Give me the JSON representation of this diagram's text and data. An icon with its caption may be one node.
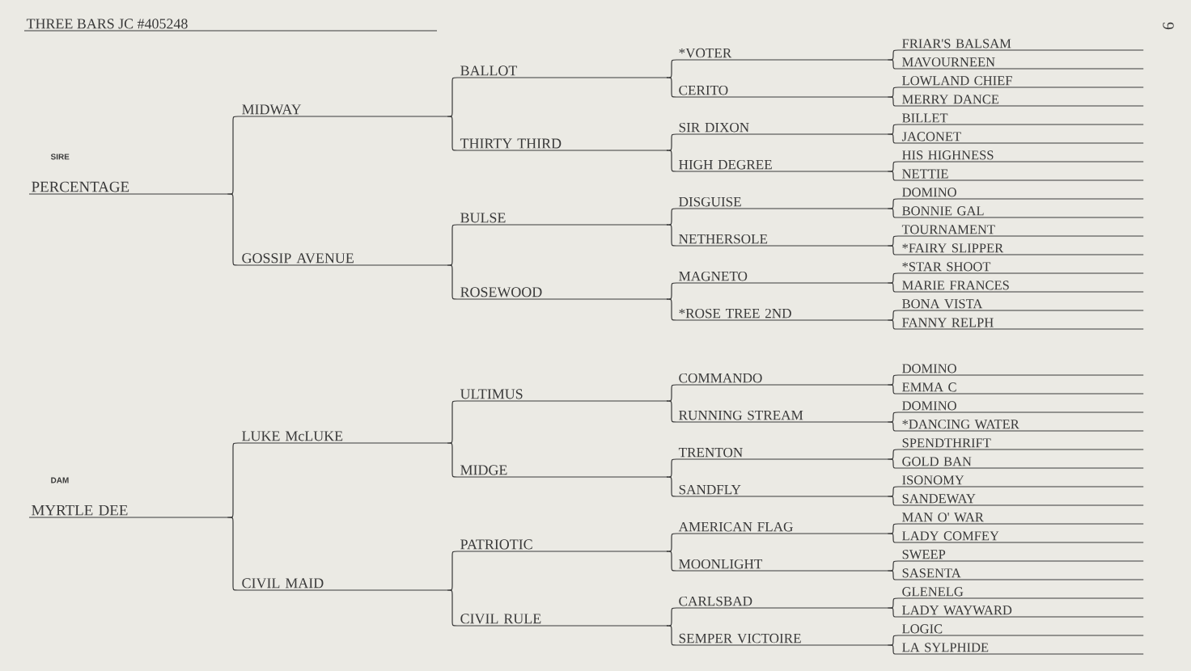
{
  "diagram": {
    "title": "THREE BARS JC #405248",
    "nodes": [
      {
        "text": [
          "PERCENTAGE"
        ],
        "beside": [
          "SIRE"
        ]
      },
      {
        "text": [
          "MYRTLE DEE"
        ],
        "beside": [
          "DAM"
        ]
      },
      {
        "text": [
          "MIDWAY"
        ]
      },
      {
        "text": [
          "GOSSIP AVENUE"
        ]
      },
      {
        "text": [
          "LUKE McLUKE"
        ]
      },
      {
        "text": [
          "CIVIL MAID"
        ]
      },
      {
        "text": [
          "BALLOT"
        ]
      },
      {
        "text": [
          "THIRTY THIRD"
        ]
      },
      {
        "text": [
          "BULSE"
        ]
      },
      {
        "text": [
          "ROSEWOOD"
        ]
      },
      {
        "text": [
          "ULTIMUS"
        ]
      },
      {
        "text": [
          "MIDGE"
        ]
      },
      {
        "text": [
          "PATRIOTIC"
        ]
      },
      {
        "text": [
          "CIVIL RULE"
        ]
      },
      {
        "text": [
          "*VOTER"
        ]
      },
      {
        "text": [
          "CERITO"
        ]
      },
      {
        "text": [
          "SIR DIXON"
        ]
      },
      {
        "text": [
          "HIGH DEGREE"
        ]
      },
      {
        "text": [
          "DISGUISE"
        ]
      },
      {
        "text": [
          "NETHERSOLE"
        ]
      },
      {
        "text": [
          "MAGNETO"
        ]
      },
      {
        "text": [
          "*ROSE TREE 2ND"
        ]
      },
      {
        "text": [
          "COMMANDO"
        ]
      },
      {
        "text": [
          "RUNNING STREAM"
        ]
      },
      {
        "text": [
          "TRENTON"
        ]
      },
      {
        "text": [
          "SANDFLY"
        ]
      },
      {
        "text": [
          "AMERICAN FLAG"
        ]
      },
      {
        "text": [
          "MOONLIGHT"
        ]
      },
      {
        "text": [
          "CARLSBAD"
        ]
      },
      {
        "text": [
          "SEMPER VICTOIRE"
        ]
      },
      {
        "text": [
          "FRIAR'S BALSAM"
        ]
      },
      {
        "text": [
          "MAVOURNEEN"
        ]
      },
      {
        "text": [
          "LOWLAND CHIEF"
        ]
      },
      {
        "text": [
          "MERRY DANCE"
        ]
      },
      {
        "text": [
          "BILLET"
        ]
      },
      {
        "text": [
          "JACONET"
        ]
      },
      {
        "text": [
          "HIS HIGHNESS"
        ]
      },
      {
        "text": [
          "NETTIE"
        ]
      },
      {
        "text": [
          "DOMINO"
        ]
      },
      {
        "text": [
          "BONNIE GAL"
        ]
      },
      {
        "text": [
          "TOURNAMENT"
        ]
      },
      {
        "text": [
          "*FAIRY SLIPPER"
        ]
      },
      {
        "text": [
          "*STAR SHOOT"
        ]
      },
      {
        "text": [
          "MARIE FRANCES"
        ]
      },
      {
        "text": [
          "BONA VISTA"
        ]
      },
      {
        "text": [
          "FANNY RELPH"
        ]
      },
      {
        "text": [
          "DOMINO"
        ]
      },
      {
        "text": [
          "EMMA C"
        ]
      },
      {
        "text": [
          "DOMINO"
        ]
      },
      {
        "text": [
          "*DANCING WATER"
        ]
      },
      {
        "text": [
          "SPENDTHRIFT"
        ]
      },
      {
        "text": [
          "GOLD BAN"
        ]
      },
      {
        "text": [
          "ISONOMY"
        ]
      },
      {
        "text": [
          "SANDEWAY"
        ]
      },
      {
        "text": [
          "MAN O' WAR"
        ]
      },
      {
        "text": [
          "LADY COMFEY"
        ]
      },
      {
        "text": [
          "SWEEP"
        ]
      },
      {
        "text": [
          "SASENTA"
        ]
      },
      {
        "text": [
          "GLENELG"
        ]
      },
      {
        "text": [
          "LADY WAYWARD"
        ]
      },
      {
        "text": [
          "LOGIC"
        ]
      },
      {
        "text": [
          "LA SYLPHIDE"
        ]
      }
    ],
    "edges": [
      {
        "from": 0,
        "to": 2,
        "arrow": "none"
      },
      {
        "from": 0,
        "to": 3,
        "arrow": "none"
      },
      {
        "from": 1,
        "to": 4,
        "arrow": "none"
      },
      {
        "from": 1,
        "to": 5,
        "arrow": "none"
      },
      {
        "from": 2,
        "to": 6,
        "arrow": "none"
      },
      {
        "from": 2,
        "to": 7,
        "arrow": "none"
      },
      {
        "from": 3,
        "to": 8,
        "arrow": "none"
      },
      {
        "from": 3,
        "to": 9,
        "arrow": "none"
      },
      {
        "from": 4,
        "to": 10,
        "arrow": "none"
      },
      {
        "from": 4,
        "to": 11,
        "arrow": "none"
      },
      {
        "from": 5,
        "to": 12,
        "arrow": "none"
      },
      {
        "from": 5,
        "to": 13,
        "arrow": "none"
      },
      {
        "from": 6,
        "to": 14,
        "arrow": "none"
      },
      {
        "from": 6,
        "to": 15,
        "arrow": "none"
      },
      {
        "from": 7,
        "to": 16,
        "arrow": "none"
      },
      {
        "from": 7,
        "to": 17,
        "arrow": "none"
      },
      {
        "from": 8,
        "to": 18,
        "arrow": "none"
      },
      {
        "from": 8,
        "to": 19,
        "arrow": "none"
      },
      {
        "from": 9,
        "to": 20,
        "arrow": "none"
      },
      {
        "from": 9,
        "to": 21,
        "arrow": "none"
      },
      {
        "from": 10,
        "to": 22,
        "arrow": "none"
      },
      {
        "from": 10,
        "to": 23,
        "arrow": "none"
      },
      {
        "from": 11,
        "to": 24,
        "arrow": "none"
      },
      {
        "from": 11,
        "to": 25,
        "arrow": "none"
      },
      {
        "from": 12,
        "to": 26,
        "arrow": "none"
      },
      {
        "from": 12,
        "to": 27,
        "arrow": "none"
      },
      {
        "from": 13,
        "to": 28,
        "arrow": "none"
      },
      {
        "from": 13,
        "to": 29,
        "arrow": "none"
      },
      {
        "from": 14,
        "to": 30,
        "arrow": "none"
      },
      {
        "from": 14,
        "to": 31,
        "arrow": "none"
      },
      {
        "from": 15,
        "to": 32,
        "arrow": "none"
      },
      {
        "from": 15,
        "to": 33,
        "arrow": "none"
      },
      {
        "from": 16,
        "to": 34,
        "arrow": "none"
      },
      {
        "from": 16,
        "to": 35,
        "arrow": "none"
      },
      {
        "from": 17,
        "to": 36,
        "arrow": "none"
      },
      {
        "from": 17,
        "to": 37,
        "arrow": "none"
      },
      {
        "from": 18,
        "to": 38,
        "arrow": "none"
      },
      {
        "from": 18,
        "to": 39,
        "arrow": "none"
      },
      {
        "from": 19,
        "to": 40,
        "arrow": "none"
      },
      {
        "from": 19,
        "to": 41,
        "arrow": "none"
      },
      {
        "from": 20,
        "to": 42,
        "arrow": "none"
      },
      {
        "from": 20,
        "to": 43,
        "arrow": "none"
      },
      {
        "from": 21,
        "to": 44,
        "arrow": "none"
      },
      {
        "from": 21,
        "to": 45,
        "arrow": "none"
      },
      {
        "from": 22,
        "to": 46,
        "arrow": "none"
      },
      {
        "from": 22,
        "to": 47,
        "arrow": "none"
      },
      {
        "from": 23,
        "to": 48,
        "arrow": "none"
      },
      {
        "from": 23,
        "to": 49,
        "arrow": "none"
      },
      {
        "from": 24,
        "to": 50,
        "arrow": "none"
      },
      {
        "from": 24,
        "to": 51,
        "arrow": "none"
      },
      {
        "from": 25,
        "to": 52,
        "arrow": "none"
      },
      {
        "from": 25,
        "to": 53,
        "arrow": "none"
      },
      {
        "from": 26,
        "to": 54,
        "arrow": "none"
      },
      {
        "from": 26,
        "to": 55,
        "arrow": "none"
      },
      {
        "from": 27,
        "to": 56,
        "arrow": "none"
      },
      {
        "from": 27,
        "to": 57,
        "arrow": "none"
      },
      {
        "from": 28,
        "to": 58,
        "arrow": "none"
      },
      {
        "from": 28,
        "to": 59,
        "arrow": "none"
      },
      {
        "from": 29,
        "to": 60,
        "arrow": "none"
      },
      {
        "from": 29,
        "to": 61,
        "arrow": "none"
      }
    ],
    "labels": [
      "9"
    ]
  }
}
